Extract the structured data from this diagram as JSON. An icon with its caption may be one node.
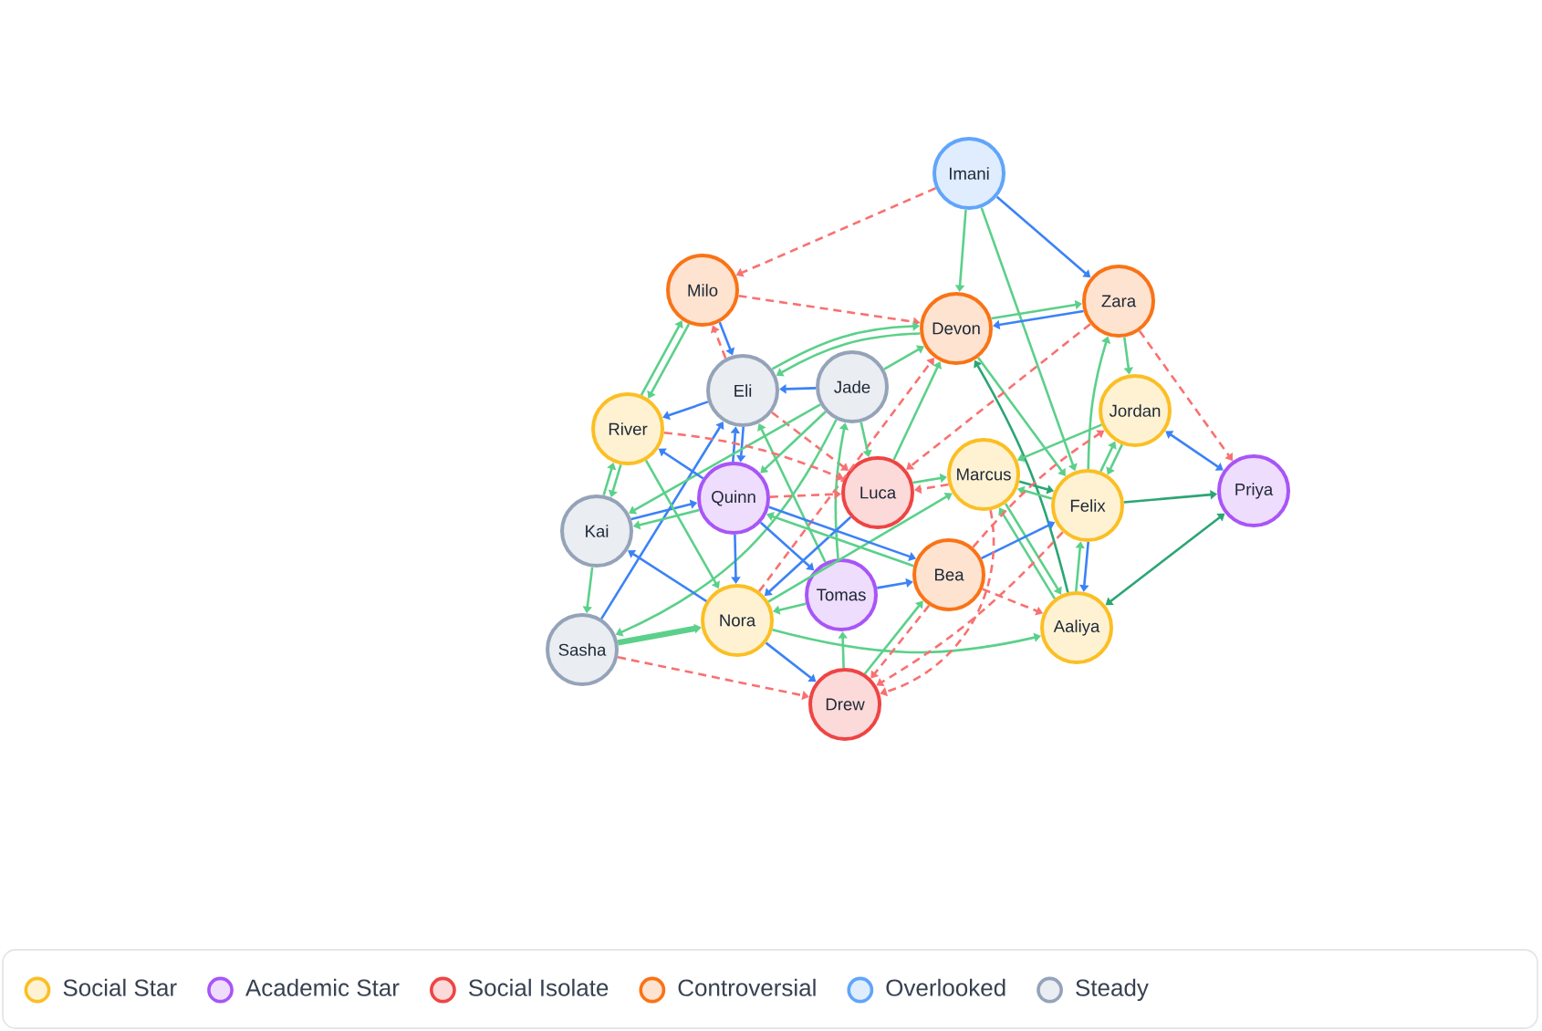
{
  "diagram": {
    "nodes": [
      {
        "text": [
          "Imani"
        ]
      },
      {
        "text": [
          "Milo"
        ]
      },
      {
        "text": [
          "Devon"
        ]
      },
      {
        "text": [
          "Zara"
        ]
      },
      {
        "text": [
          "Eli"
        ]
      },
      {
        "text": [
          "Jade"
        ]
      },
      {
        "text": [
          "Jordan"
        ]
      },
      {
        "text": [
          "River"
        ]
      },
      {
        "text": [
          "Marcus"
        ]
      },
      {
        "text": [
          "Quinn"
        ]
      },
      {
        "text": [
          "Luca"
        ]
      },
      {
        "text": [
          "Felix"
        ]
      },
      {
        "text": [
          "Priya"
        ]
      },
      {
        "text": [
          "Kai"
        ]
      },
      {
        "text": [
          "Bea"
        ]
      },
      {
        "text": [
          "Tomas"
        ]
      },
      {
        "text": [
          "Nora"
        ]
      },
      {
        "text": [
          "Aaliya"
        ]
      },
      {
        "text": [
          "Sasha"
        ]
      },
      {
        "text": [
          "Drew"
        ]
      }
    ],
    "edges": [
      {
        "from": 0,
        "to": 1,
        "arrow": "to",
        "style": "dashed",
        "color": "#f87171"
      },
      {
        "from": 0,
        "to": 2,
        "arrow": "to"
      },
      {
        "from": 0,
        "to": 3,
        "arrow": "to",
        "color": "#3b82f6"
      },
      {
        "from": 0,
        "to": 11,
        "arrow": "to"
      },
      {
        "from": 1,
        "to": 2,
        "arrow": "to",
        "style": "dashed",
        "color": "#f87171"
      },
      {
        "from": 7,
        "to": 1,
        "arrow": "to"
      },
      {
        "from": 1,
        "to": 7,
        "arrow": "to"
      },
      {
        "from": 1,
        "to": 4,
        "arrow": "to",
        "color": "#3b82f6"
      },
      {
        "from": 4,
        "to": 1,
        "arrow": "to",
        "style": "dashed",
        "color": "#f87171"
      },
      {
        "from": 3,
        "to": 2,
        "arrow": "to",
        "color": "#3b82f6"
      },
      {
        "from": 2,
        "to": 3,
        "arrow": "to"
      },
      {
        "from": 4,
        "to": 2,
        "arrow": "to"
      },
      {
        "from": 2,
        "to": 4,
        "arrow": "to"
      },
      {
        "from": 5,
        "to": 2,
        "arrow": "to"
      },
      {
        "from": 16,
        "to": 2,
        "arrow": "to",
        "style": "dashed",
        "color": "#f87171"
      },
      {
        "from": 10,
        "to": 2,
        "arrow": "to"
      },
      {
        "from": 17,
        "to": 2,
        "arrow": "to",
        "color": "#2ba574"
      },
      {
        "from": 2,
        "to": 11,
        "arrow": "to"
      },
      {
        "from": 3,
        "to": 6,
        "arrow": "to"
      },
      {
        "from": 11,
        "to": 3,
        "arrow": "to"
      },
      {
        "from": 3,
        "to": 12,
        "arrow": "to",
        "style": "dashed",
        "color": "#f87171"
      },
      {
        "from": 3,
        "to": 10,
        "arrow": "to",
        "style": "dashed",
        "color": "#f87171"
      },
      {
        "from": 6,
        "to": 12,
        "arrow": "both",
        "color": "#3b82f6"
      },
      {
        "from": 6,
        "to": 8,
        "arrow": "to"
      },
      {
        "from": 11,
        "to": 6,
        "arrow": "to"
      },
      {
        "from": 6,
        "to": 11,
        "arrow": "to"
      },
      {
        "from": 8,
        "to": 11,
        "arrow": "to",
        "color": "#2ba574"
      },
      {
        "from": 11,
        "to": 8,
        "arrow": "to"
      },
      {
        "from": 10,
        "to": 8,
        "arrow": "to"
      },
      {
        "from": 8,
        "to": 17,
        "arrow": "to"
      },
      {
        "from": 17,
        "to": 8,
        "arrow": "to"
      },
      {
        "from": 16,
        "to": 8,
        "arrow": "to"
      },
      {
        "from": 11,
        "to": 12,
        "arrow": "to",
        "color": "#2ba574"
      },
      {
        "from": 11,
        "to": 17,
        "arrow": "to",
        "color": "#3b82f6"
      },
      {
        "from": 17,
        "to": 11,
        "arrow": "to"
      },
      {
        "from": 14,
        "to": 11,
        "arrow": "to",
        "color": "#3b82f6"
      },
      {
        "from": 15,
        "to": 14,
        "arrow": "to",
        "color": "#3b82f6"
      },
      {
        "from": 17,
        "to": 12,
        "arrow": "both",
        "color": "#2ba574"
      },
      {
        "from": 4,
        "to": 7,
        "arrow": "to",
        "color": "#3b82f6"
      },
      {
        "from": 5,
        "to": 4,
        "arrow": "to",
        "color": "#3b82f6"
      },
      {
        "from": 9,
        "to": 4,
        "arrow": "to",
        "color": "#3b82f6"
      },
      {
        "from": 4,
        "to": 9,
        "arrow": "to",
        "color": "#3b82f6"
      },
      {
        "from": 18,
        "to": 4,
        "arrow": "to",
        "color": "#3b82f6"
      },
      {
        "from": 15,
        "to": 4,
        "arrow": "to"
      },
      {
        "from": 4,
        "to": 10,
        "arrow": "to",
        "style": "dashed",
        "color": "#f87171"
      },
      {
        "from": 5,
        "to": 10,
        "arrow": "to"
      },
      {
        "from": 15,
        "to": 5,
        "arrow": "to"
      },
      {
        "from": 5,
        "to": 9,
        "arrow": "to"
      },
      {
        "from": 5,
        "to": 13,
        "arrow": "to"
      },
      {
        "from": 5,
        "to": 18,
        "arrow": "to"
      },
      {
        "from": 7,
        "to": 10,
        "arrow": "to",
        "style": "dashed",
        "color": "#f87171"
      },
      {
        "from": 9,
        "to": 10,
        "arrow": "to",
        "style": "dashed",
        "color": "#f87171"
      },
      {
        "from": 10,
        "to": 16,
        "arrow": "to",
        "color": "#3b82f6"
      },
      {
        "from": 9,
        "to": 16,
        "arrow": "to",
        "color": "#3b82f6"
      },
      {
        "from": 9,
        "to": 15,
        "arrow": "to",
        "color": "#3b82f6"
      },
      {
        "from": 9,
        "to": 7,
        "arrow": "to",
        "color": "#3b82f6"
      },
      {
        "from": 9,
        "to": 13,
        "arrow": "to"
      },
      {
        "from": 13,
        "to": 9,
        "arrow": "to",
        "color": "#3b82f6"
      },
      {
        "from": 14,
        "to": 9,
        "arrow": "to"
      },
      {
        "from": 9,
        "to": 14,
        "arrow": "to",
        "color": "#3b82f6"
      },
      {
        "from": 7,
        "to": 13,
        "arrow": "to"
      },
      {
        "from": 13,
        "to": 7,
        "arrow": "to"
      },
      {
        "from": 7,
        "to": 16,
        "arrow": "to"
      },
      {
        "from": 13,
        "to": 18,
        "arrow": "to"
      },
      {
        "from": 16,
        "to": 13,
        "arrow": "to",
        "color": "#3b82f6"
      },
      {
        "from": 18,
        "to": 16,
        "arrow": "to",
        "style": "thick"
      },
      {
        "from": 18,
        "to": 19,
        "arrow": "to",
        "style": "dashed",
        "color": "#f87171"
      },
      {
        "from": 16,
        "to": 19,
        "arrow": "to",
        "color": "#3b82f6"
      },
      {
        "from": 16,
        "to": 17,
        "arrow": "to"
      },
      {
        "from": 15,
        "to": 16,
        "arrow": "to"
      },
      {
        "from": 19,
        "to": 15,
        "arrow": "to"
      },
      {
        "from": 19,
        "to": 14,
        "arrow": "to"
      },
      {
        "from": 14,
        "to": 19,
        "arrow": "to",
        "style": "dashed",
        "color": "#f87171"
      },
      {
        "from": 14,
        "to": 6,
        "arrow": "to",
        "style": "dashed",
        "color": "#f87171"
      },
      {
        "from": 11,
        "to": 19,
        "arrow": "to",
        "style": "dashed",
        "color": "#f87171"
      },
      {
        "from": 8,
        "to": 10,
        "arrow": "to",
        "style": "dashed",
        "color": "#f87171"
      },
      {
        "from": 14,
        "to": 17,
        "arrow": "to",
        "style": "dashed",
        "color": "#f87171"
      },
      {
        "from": 8,
        "to": 19,
        "arrow": "to",
        "style": "dashed",
        "color": "#f87171"
      }
    ],
    "legend": [
      {
        "text": "Social Star",
        "color": "#fbbf24"
      },
      {
        "text": "Academic Star",
        "color": "#a855f7"
      },
      {
        "text": "Social Isolate",
        "color": "#ef4444"
      },
      {
        "text": "Controversial",
        "color": "#f97316"
      },
      {
        "text": "Overlooked",
        "color": "#60a5fa"
      },
      {
        "text": "Steady",
        "color": "#94a3b8"
      }
    ]
  }
}
